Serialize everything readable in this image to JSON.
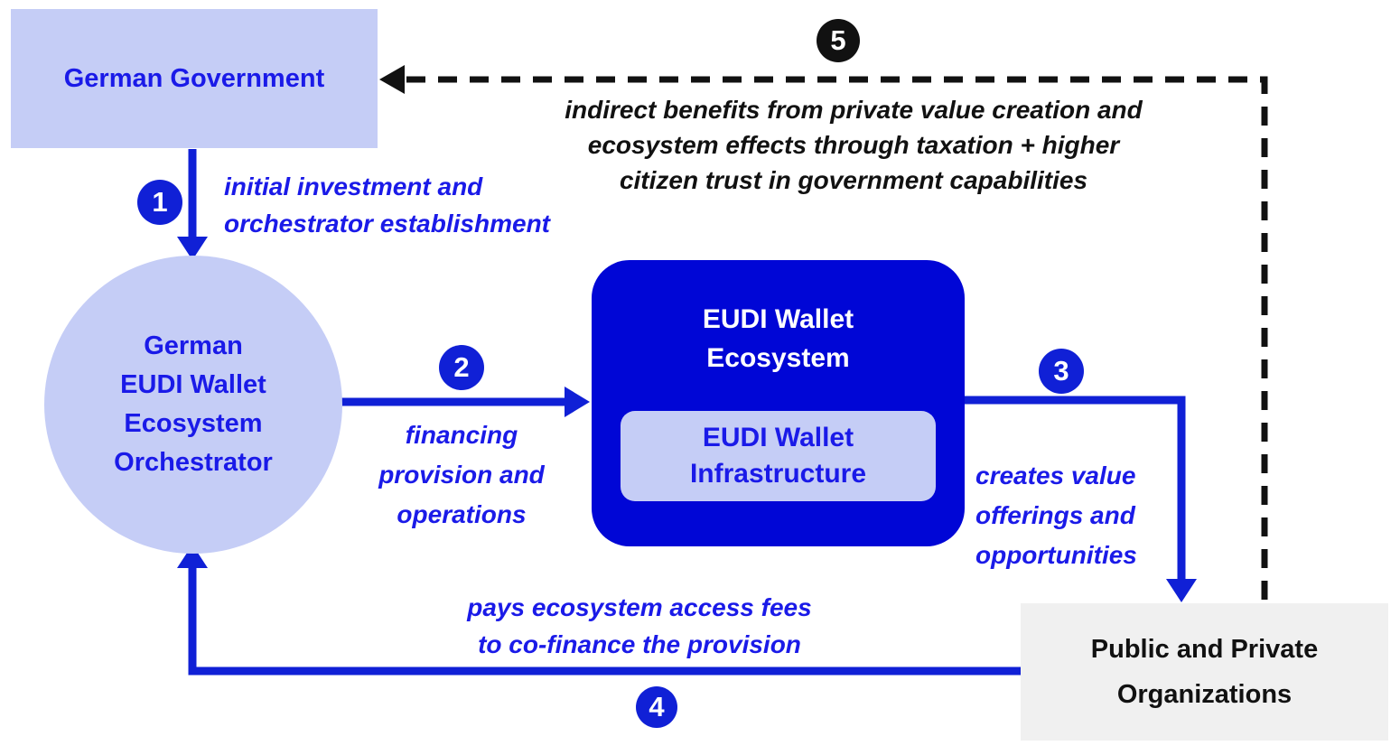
{
  "colors": {
    "light_blue": "#C5CDF6",
    "dark_blue": "#0006D6",
    "accent_blue": "#1020D6",
    "text_blue": "#1A1AE8",
    "black": "#111111",
    "gray_box": "#F0F0F0",
    "white": "#FFFFFF"
  },
  "nodes": {
    "government": {
      "label": "German Government"
    },
    "orchestrator": {
      "lines": [
        "German",
        "EUDI Wallet",
        "Ecosystem",
        "Orchestrator"
      ]
    },
    "ecosystem": {
      "title_lines": [
        "EUDI Wallet",
        "Ecosystem"
      ],
      "infrastructure_lines": [
        "EUDI Wallet",
        "Infrastructure"
      ]
    },
    "organizations": {
      "lines": [
        "Public and Private",
        "Organizations"
      ]
    }
  },
  "flows": [
    {
      "number": "1",
      "label_lines": [
        "initial investment and",
        "orchestrator establishment"
      ]
    },
    {
      "number": "2",
      "label_lines": [
        "financing",
        "provision and",
        "operations"
      ]
    },
    {
      "number": "3",
      "label_lines": [
        "creates value",
        "offerings and",
        "opportunities"
      ]
    },
    {
      "number": "4",
      "label_lines": [
        "pays ecosystem access fees",
        "to co-finance the provision"
      ]
    },
    {
      "number": "5",
      "label_lines": [
        "indirect benefits from private value creation and",
        "ecosystem effects through taxation + higher",
        "citizen trust in government capabilities"
      ]
    }
  ]
}
